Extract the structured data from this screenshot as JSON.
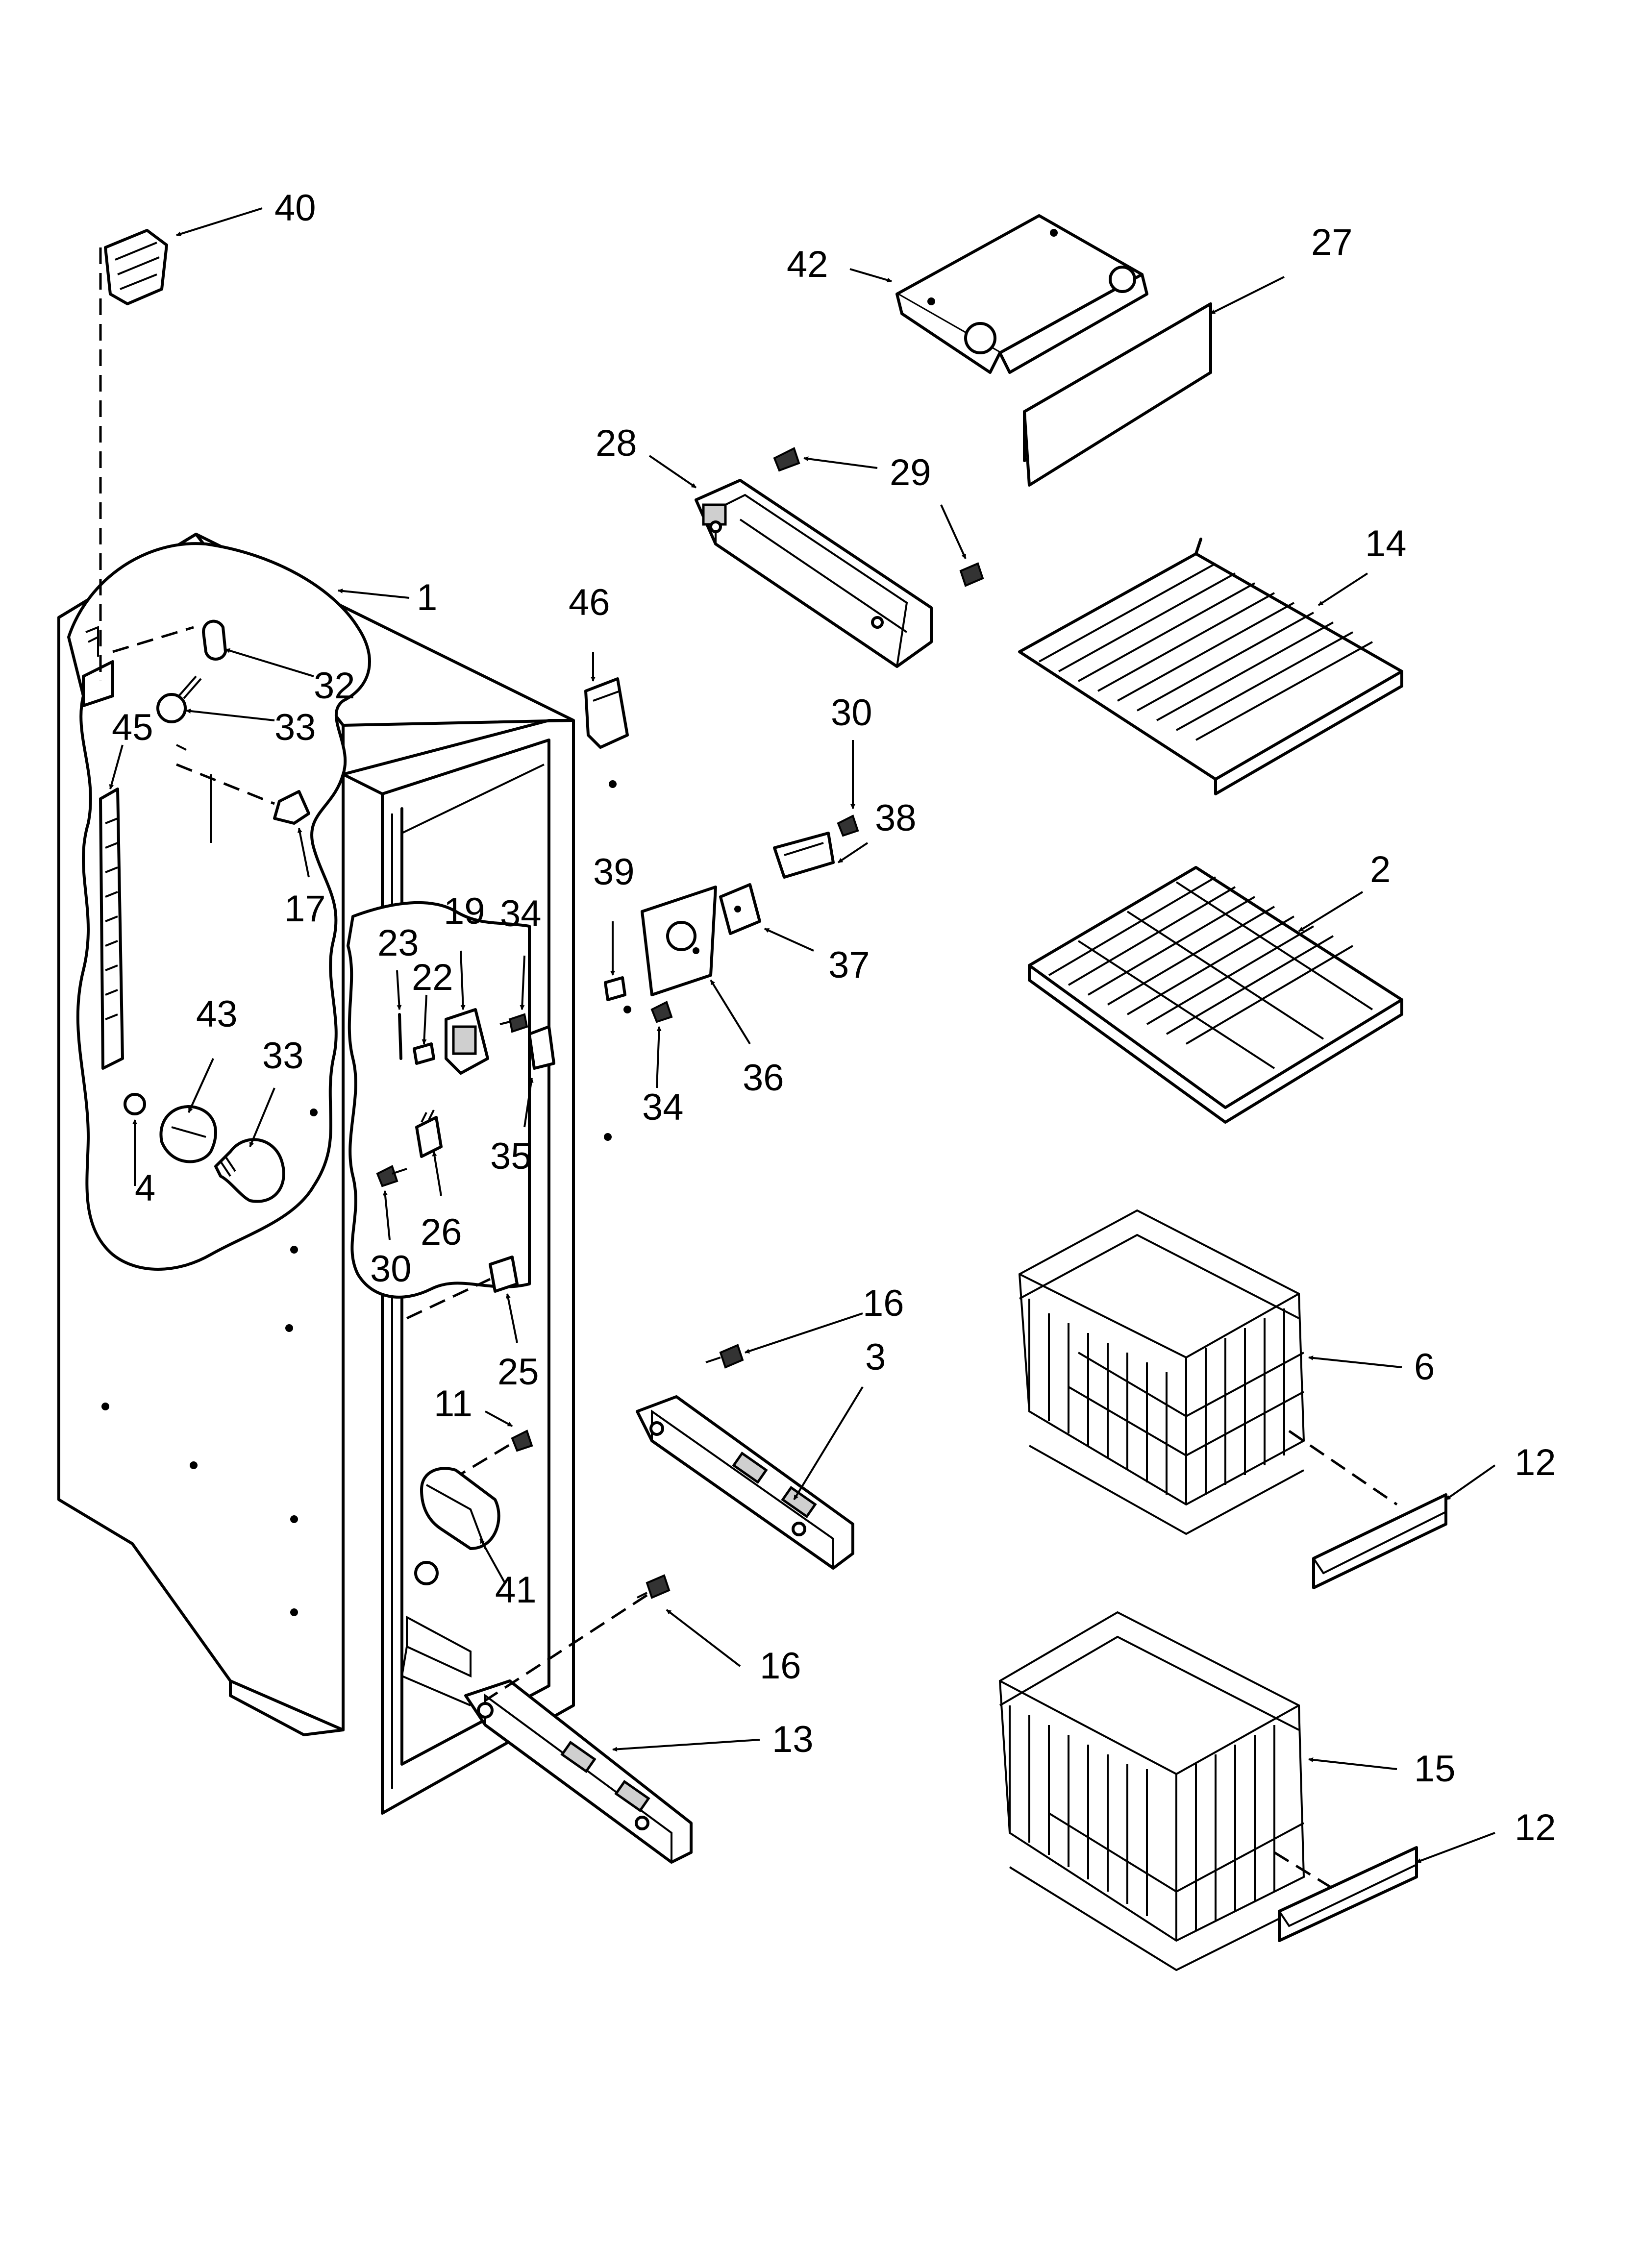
{
  "diagram": {
    "callouts": [
      "1",
      "2",
      "3",
      "4",
      "6",
      "11",
      "12",
      "12",
      "13",
      "14",
      "15",
      "16",
      "16",
      "17",
      "19",
      "22",
      "23",
      "25",
      "26",
      "27",
      "28",
      "29",
      "30",
      "30",
      "32",
      "33",
      "33",
      "34",
      "34",
      "35",
      "36",
      "37",
      "38",
      "39",
      "40",
      "41",
      "42",
      "43",
      "45",
      "46"
    ]
  }
}
